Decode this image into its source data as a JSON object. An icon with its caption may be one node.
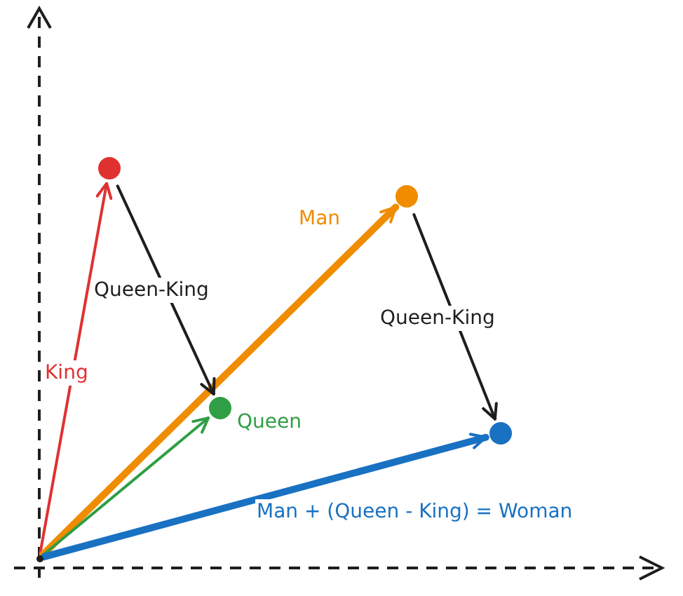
{
  "diagram": {
    "nodes": [
      {
        "text": [],
        "shape": "circle"
      },
      {
        "text": [],
        "shape": "circle"
      },
      {
        "text": [],
        "shape": "circle"
      },
      {
        "text": [],
        "shape": "circle"
      },
      {
        "text": [],
        "shape": "circle"
      }
    ],
    "edges": [
      {
        "from": 4,
        "to": 0,
        "arrow": "to",
        "label": "King",
        "color": "#e03131"
      },
      {
        "from": 4,
        "to": 1,
        "arrow": "to",
        "label": "Man",
        "color": "#f08c00",
        "style": "thick"
      },
      {
        "from": 4,
        "to": 2,
        "arrow": "to",
        "label": "Queen",
        "color": "#2f9e44"
      },
      {
        "from": 4,
        "to": 3,
        "arrow": "to",
        "label": "Man + (Queen - King) = Woman",
        "color": "#1971c2",
        "style": "thick"
      },
      {
        "from": 0,
        "to": 2,
        "arrow": "to",
        "label": "Queen-King"
      },
      {
        "from": 1,
        "to": 3,
        "arrow": "to",
        "label": "Queen-King"
      }
    ]
  }
}
